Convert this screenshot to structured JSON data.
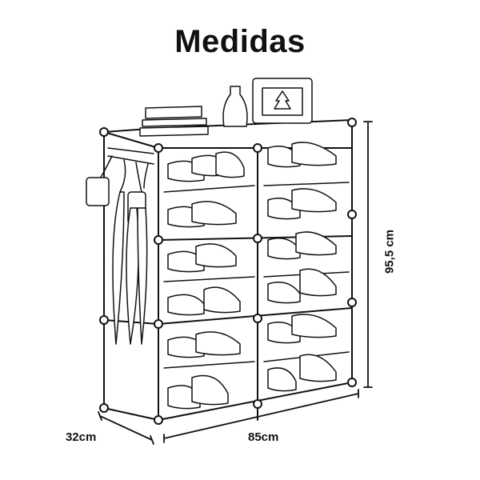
{
  "title": "Medidas",
  "dimensions": {
    "depth": "32cm",
    "width": "85cm",
    "height": "95,5 cm"
  },
  "colors": {
    "line": "#111111",
    "background": "#ffffff"
  }
}
